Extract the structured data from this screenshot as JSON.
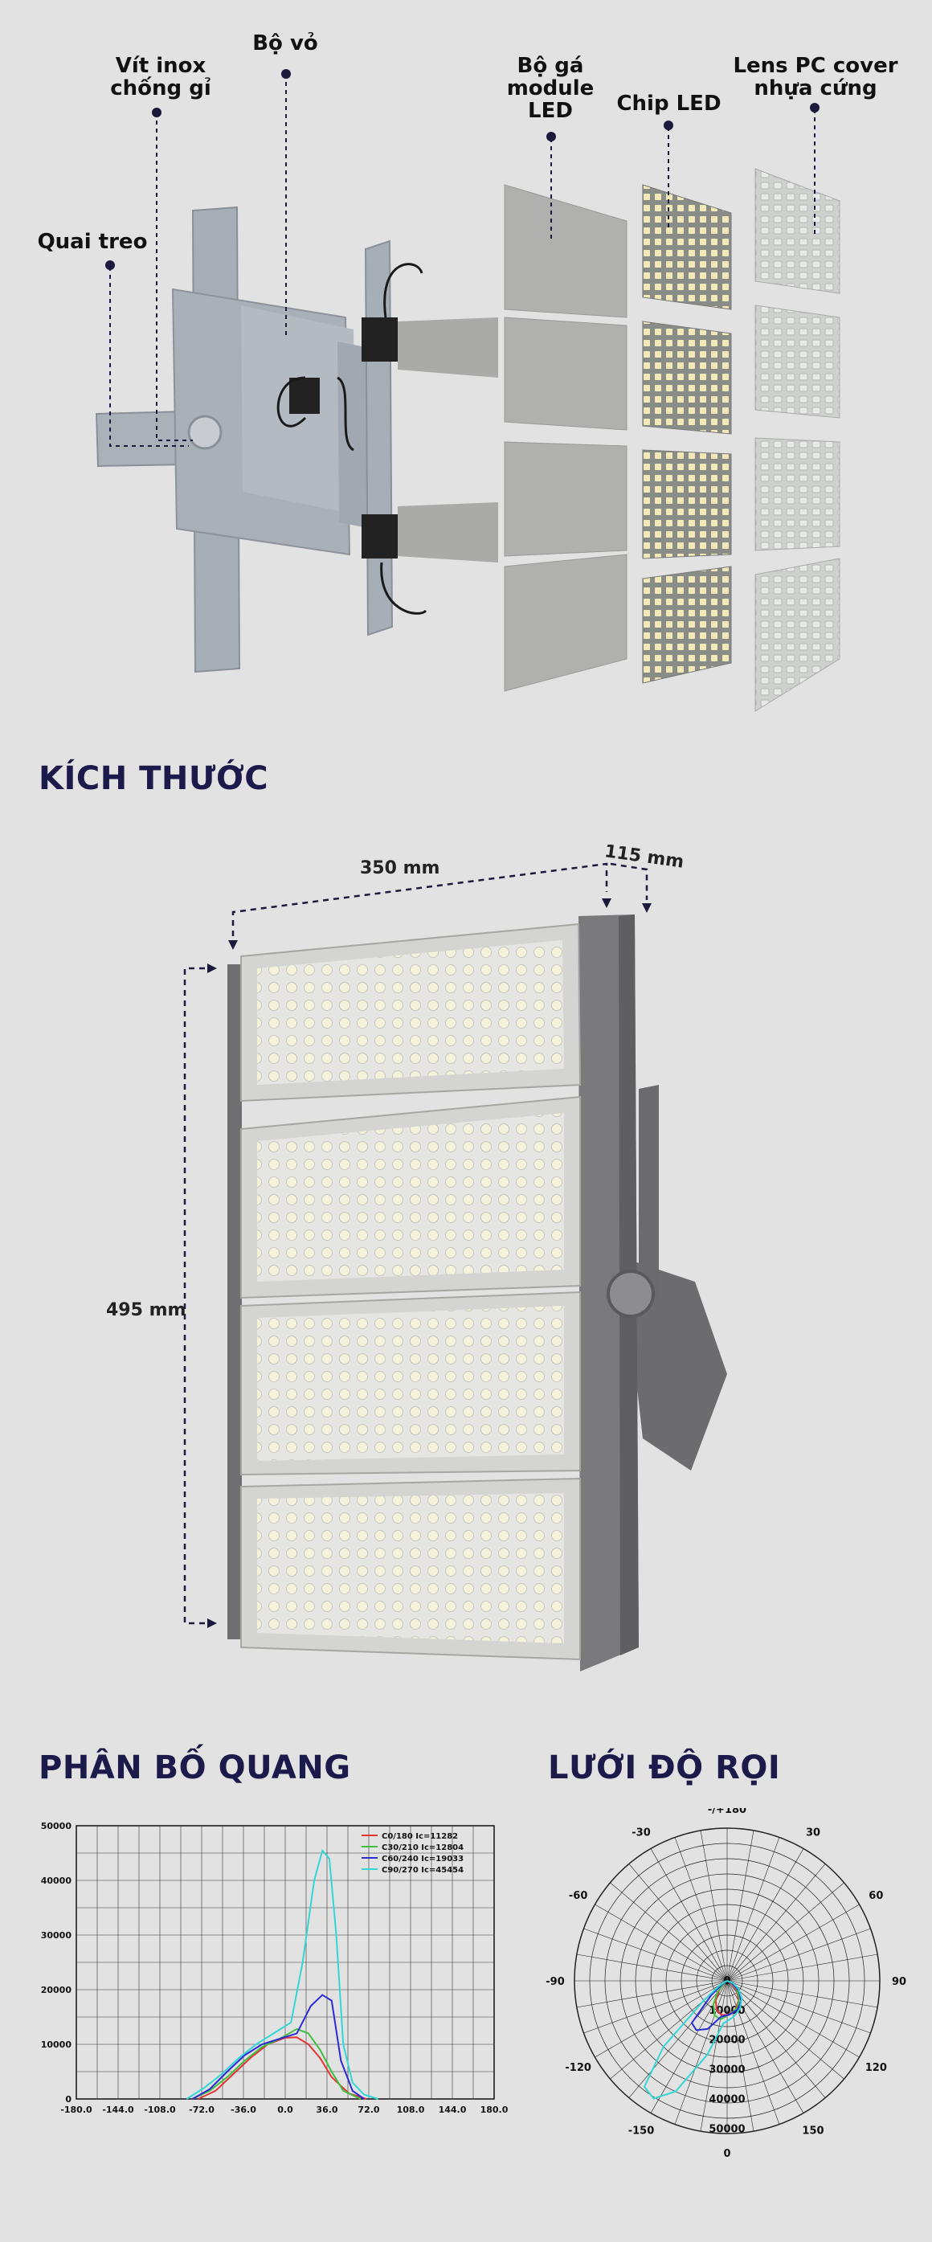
{
  "exploded": {
    "labels": {
      "quai_treo": "Quai treo",
      "vit_inox": "Vít inox\nchống gỉ",
      "bo_vo": "Bộ vỏ",
      "bo_ga": "Bộ gá\nmodule\nLED",
      "chip_led": "Chip LED",
      "lens": "Lens PC cover\nnhựa cứng"
    }
  },
  "dimensions": {
    "title": "KÍCH THƯỚC",
    "width": "350 mm",
    "depth": "115 mm",
    "height": "495 mm"
  },
  "distribution": {
    "title": "PHÂN BỐ QUANG",
    "chart_data": {
      "type": "line",
      "x": [
        -180,
        -144,
        -108,
        -72,
        -54,
        -36,
        -18,
        0,
        18,
        36,
        54,
        72,
        108,
        144,
        180
      ],
      "xticks": [
        "-180.0",
        "-144.0",
        "-108.0",
        "-72.0",
        "-36.0",
        "0.0",
        "36.0",
        "72.0",
        "108.0",
        "144.0",
        "180.0"
      ],
      "yticks": [
        "0",
        "10000",
        "20000",
        "30000",
        "40000",
        "50000"
      ],
      "ylim": [
        0,
        50000
      ],
      "xlim": [
        -180,
        180
      ],
      "series": [
        {
          "name": "C0/180 Ic=11282",
          "color": "#e53333",
          "x": [
            -75,
            -60,
            -45,
            -30,
            -15,
            0,
            10,
            20,
            30,
            40,
            55,
            70
          ],
          "values": [
            0,
            1500,
            4500,
            7500,
            10000,
            11200,
            11282,
            10000,
            7500,
            4000,
            1000,
            0
          ]
        },
        {
          "name": "C30/210 Ic=12804",
          "color": "#3fbf3f",
          "x": [
            -80,
            -65,
            -50,
            -35,
            -20,
            -5,
            10,
            20,
            30,
            40,
            50,
            65
          ],
          "values": [
            0,
            1500,
            4000,
            7000,
            9500,
            11000,
            12804,
            12000,
            9000,
            5000,
            1500,
            0
          ]
        },
        {
          "name": "C60/240 Ic=19033",
          "color": "#2b2bd6",
          "x": [
            -80,
            -65,
            -50,
            -35,
            -20,
            -5,
            10,
            22,
            32,
            40,
            48,
            58,
            68
          ],
          "values": [
            0,
            1800,
            5000,
            8000,
            10000,
            11000,
            12000,
            17000,
            19033,
            18000,
            7000,
            1500,
            0
          ]
        },
        {
          "name": "C90/270 Ic=45454",
          "color": "#33d6d6",
          "x": [
            -85,
            -70,
            -55,
            -40,
            -25,
            -10,
            5,
            15,
            25,
            32,
            38,
            44,
            50,
            58,
            68,
            80
          ],
          "values": [
            0,
            2000,
            4500,
            7500,
            10000,
            12000,
            14000,
            25000,
            40000,
            45454,
            44000,
            30000,
            10000,
            3000,
            800,
            0
          ]
        }
      ]
    }
  },
  "grid": {
    "title": "LƯỚI ĐỘ RỌI",
    "angles": {
      "top": "-/+180",
      "a150l": "-150",
      "a150r": "150",
      "a120l": "-120",
      "a120r": "120",
      "a90l": "-90",
      "a90r": "90",
      "a60l": "-60",
      "a60r": "60",
      "a30l": "-30",
      "a30r": "30",
      "bottom": "0"
    },
    "radial": [
      "0",
      "10000",
      "20000",
      "30000",
      "40000",
      "50000"
    ]
  }
}
